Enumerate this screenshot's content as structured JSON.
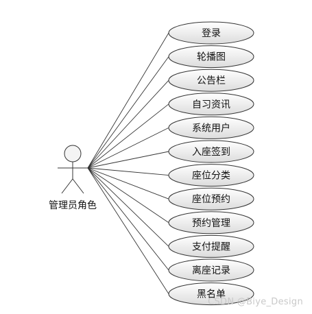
{
  "diagram": {
    "actor": {
      "label": "管理员角色",
      "icon": "stick-figure-actor-icon"
    },
    "use_cases": [
      "登录",
      "轮播图",
      "公告栏",
      "自习资讯",
      "系统用户",
      "入座签到",
      "座位分类",
      "座位预约",
      "预约管理",
      "支付提醒",
      "离座记录",
      "黑名单"
    ],
    "colors": {
      "ellipse_top": "#ffffff",
      "ellipse_bottom": "#dcdcdc",
      "stroke": "#333333"
    }
  },
  "watermark": "CSDN @Biye_Design"
}
